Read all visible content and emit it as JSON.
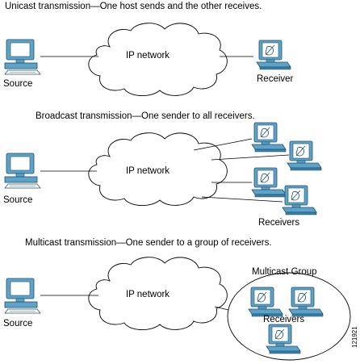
{
  "unicast": {
    "caption": "Unicast transmission—One host sends and the other receives.",
    "network_label": "IP network",
    "source_label": "Source",
    "receiver_label": "Receiver"
  },
  "broadcast": {
    "caption": "Broadcast transmission—One sender to all receivers.",
    "network_label": "IP network",
    "source_label": "Source",
    "receivers_label": "Receivers"
  },
  "multicast": {
    "caption": "Multicast transmission—One sender to a group of receivers.",
    "network_label": "IP network",
    "source_label": "Source",
    "group_label": "Multicast Group",
    "receivers_label": "Receivers"
  },
  "figure_id": "121921",
  "colors": {
    "device_fill": "#5ea3c7",
    "device_dark": "#3a7fa6",
    "screen_fill": "#ffffff",
    "line": "#000000"
  },
  "icons": {
    "source": "desktop-computer-icon",
    "receiver": "workstation-icon",
    "network": "cloud-icon"
  }
}
